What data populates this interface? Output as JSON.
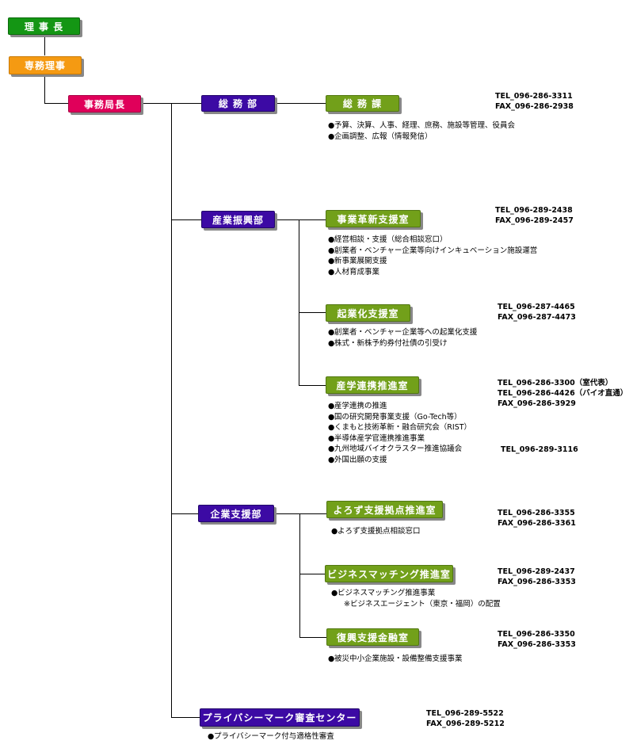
{
  "chairman": {
    "label": "理 事 長"
  },
  "senior_director": {
    "label": "専務理事"
  },
  "secretary_general": {
    "label": "事務局長"
  },
  "general_affairs_dept": {
    "label": "総 務 部"
  },
  "general_affairs_sec": {
    "label": "総 務 課",
    "tel": "TEL_096-286-3311",
    "fax": "FAX_096-286-2938",
    "items": [
      "予算、決算、人事、経理、庶務、施設等管理、役員会",
      "企画調整、広報（情報発信）"
    ]
  },
  "industry_promotion_dept": {
    "label": "産業振興部"
  },
  "business_innovation_office": {
    "label": "事業革新支援室",
    "tel": "TEL_096-289-2438",
    "fax": "FAX_096-289-2457",
    "items": [
      "経営相談・支援（総合相談窓口）",
      "創業者・ベンチャー企業等向けインキュベーション施設運営",
      "新事業展開支援",
      "人材育成事業"
    ]
  },
  "startup_support_office": {
    "label": "起業化支援室",
    "tel": "TEL_096-287-4465",
    "fax": "FAX_096-287-4473",
    "items": [
      "創業者・ベンチャー企業等への起業化支援",
      "株式・新株予約券付社債の引受け"
    ]
  },
  "industry_academia_office": {
    "label": "産学連携推進室",
    "tel1": "TEL_096-286-3300（室代表）",
    "tel2": "TEL_096-286-4426（バイオ直通）",
    "fax": "FAX_096-286-3929",
    "tel3": "TEL_096-289-3116",
    "items": [
      "産学連携の推進",
      "国の研究開発事業支援（Go-Tech等）",
      "くまもと技術革新・融合研究会（RIST）",
      "半導体産学官連携推進事業",
      "九州地域バイオクラスター推進協議会",
      "外国出願の支援"
    ]
  },
  "enterprise_support_dept": {
    "label": "企業支援部"
  },
  "yorozu_office": {
    "label": "よろず支援拠点推進室",
    "tel": "TEL_096-286-3355",
    "fax": "FAX_096-286-3361",
    "items": [
      "よろず支援拠点相談窓口"
    ]
  },
  "business_matching_office": {
    "label": "ビジネスマッチング推進室",
    "tel": "TEL_096-289-2437",
    "fax": "FAX_096-286-3353",
    "items": [
      "ビジネスマッチング推進事業"
    ],
    "note": "※ビジネスエージェント（東京・福岡）の配置"
  },
  "recovery_finance_office": {
    "label": "復興支援金融室",
    "tel": "TEL_096-286-3350",
    "fax": "FAX_096-286-3353",
    "items": [
      "被災中小企業施設・設備整備支援事業"
    ]
  },
  "privacy_mark_center": {
    "label": "プライバシーマーク審査センター",
    "tel": "TEL_096-289-5522",
    "fax": "FAX_096-289-5212",
    "items": [
      "プライバシーマーク付与適格性審査"
    ]
  },
  "bullet": "●",
  "colors": {
    "chairman": "#149614",
    "senior": "#f59a12",
    "secretary": "#e0005a",
    "department": "#3c0aa4",
    "section": "#72a01a"
  }
}
